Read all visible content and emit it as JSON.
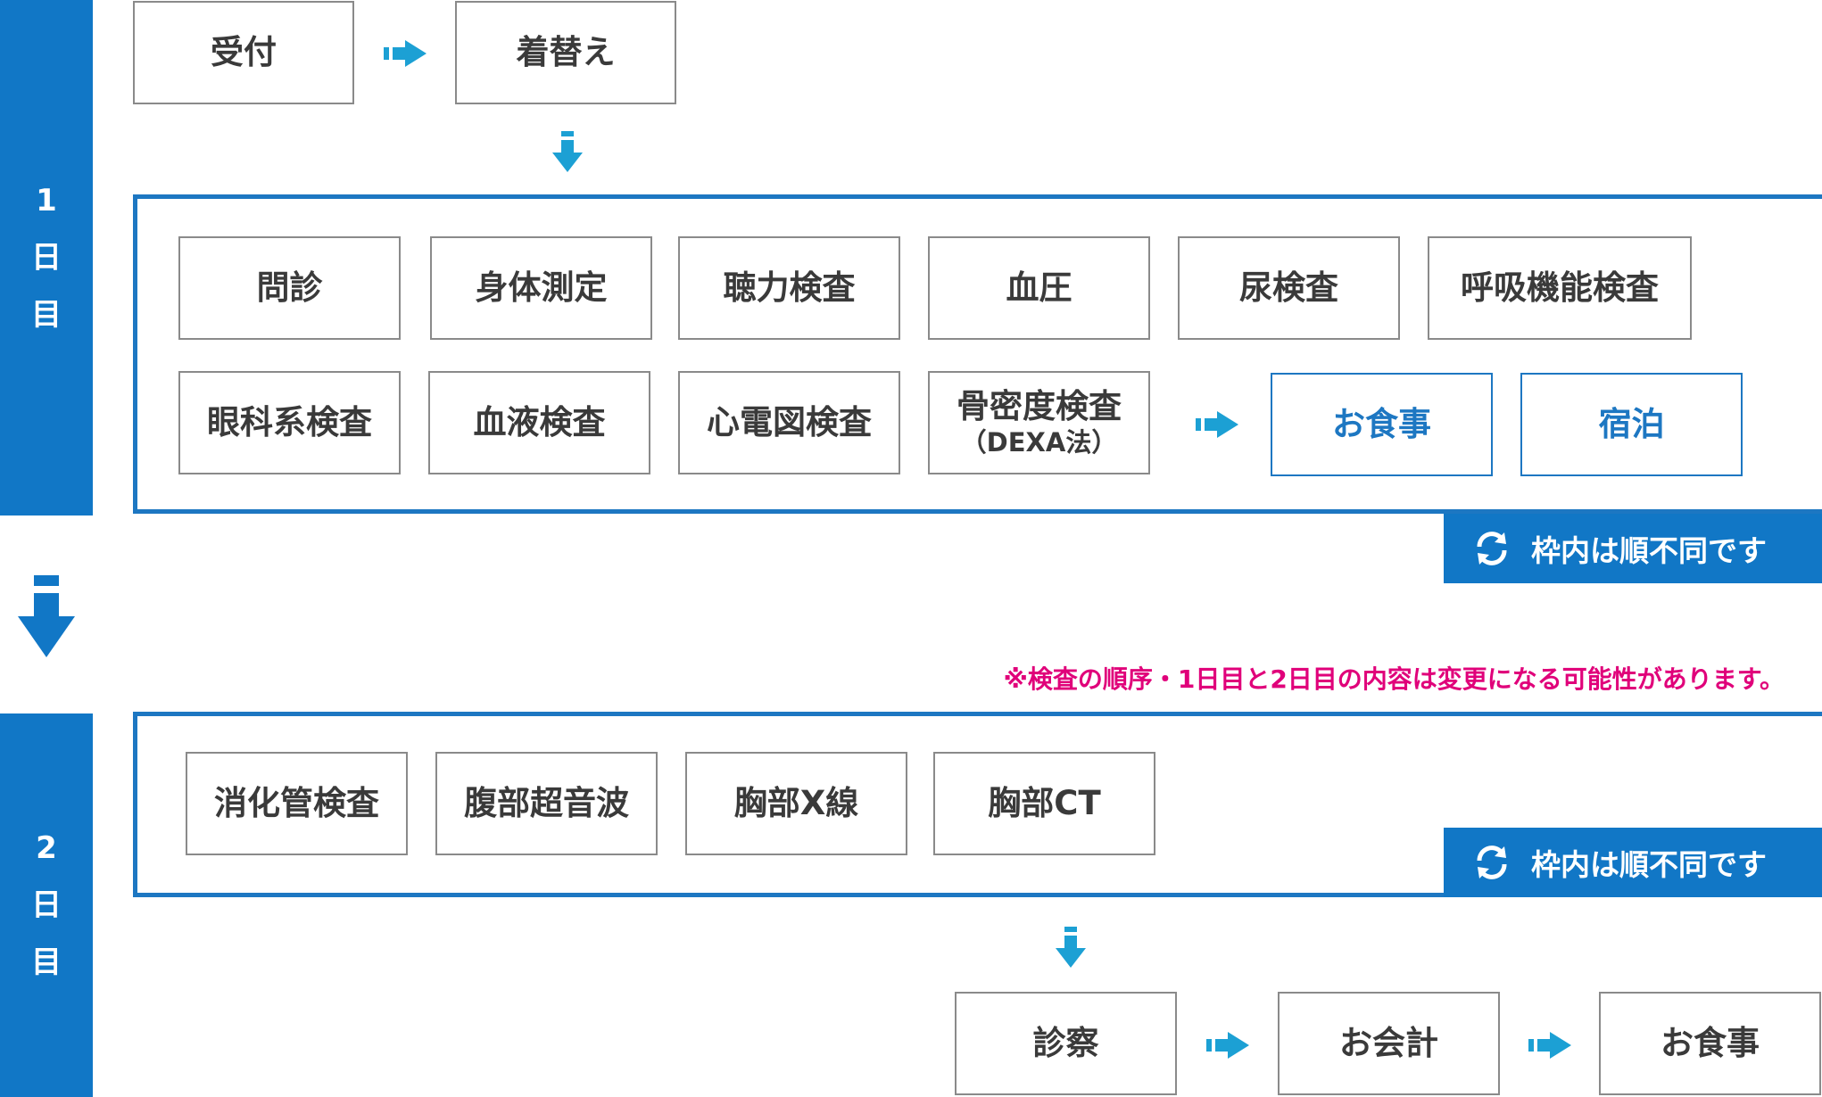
{
  "colors": {
    "blue": "#1177c6",
    "arrow": "#1ca0d4",
    "note": "#e0007a",
    "text": "#3a3a3a",
    "border": "#8a8a8a"
  },
  "day1": {
    "label": [
      "1",
      "日",
      "目"
    ]
  },
  "day2": {
    "label": [
      "2",
      "日",
      "目"
    ]
  },
  "steps_top": {
    "reception": "受付",
    "change": "着替え"
  },
  "day1_exams": {
    "row1": [
      "問診",
      "身体測定",
      "聴力検査",
      "血圧",
      "尿検査",
      "呼吸機能検査"
    ],
    "row2": [
      "眼科系検査",
      "血液検査",
      "心電図検査"
    ],
    "bone": {
      "label": "骨密度検査",
      "sub": "（DEXA法）"
    }
  },
  "day1_after": [
    "お食事",
    "宿泊"
  ],
  "badge_text": "枠内は順不同です",
  "badge_icon": "refresh-icon",
  "note": "※検査の順序・1日目と2日目の内容は変更になる可能性があります。",
  "day2_exams": [
    "消化管検査",
    "腹部超音波",
    "胸部X線",
    "胸部CT"
  ],
  "final_steps": [
    "診察",
    "お会計",
    "お食事"
  ]
}
